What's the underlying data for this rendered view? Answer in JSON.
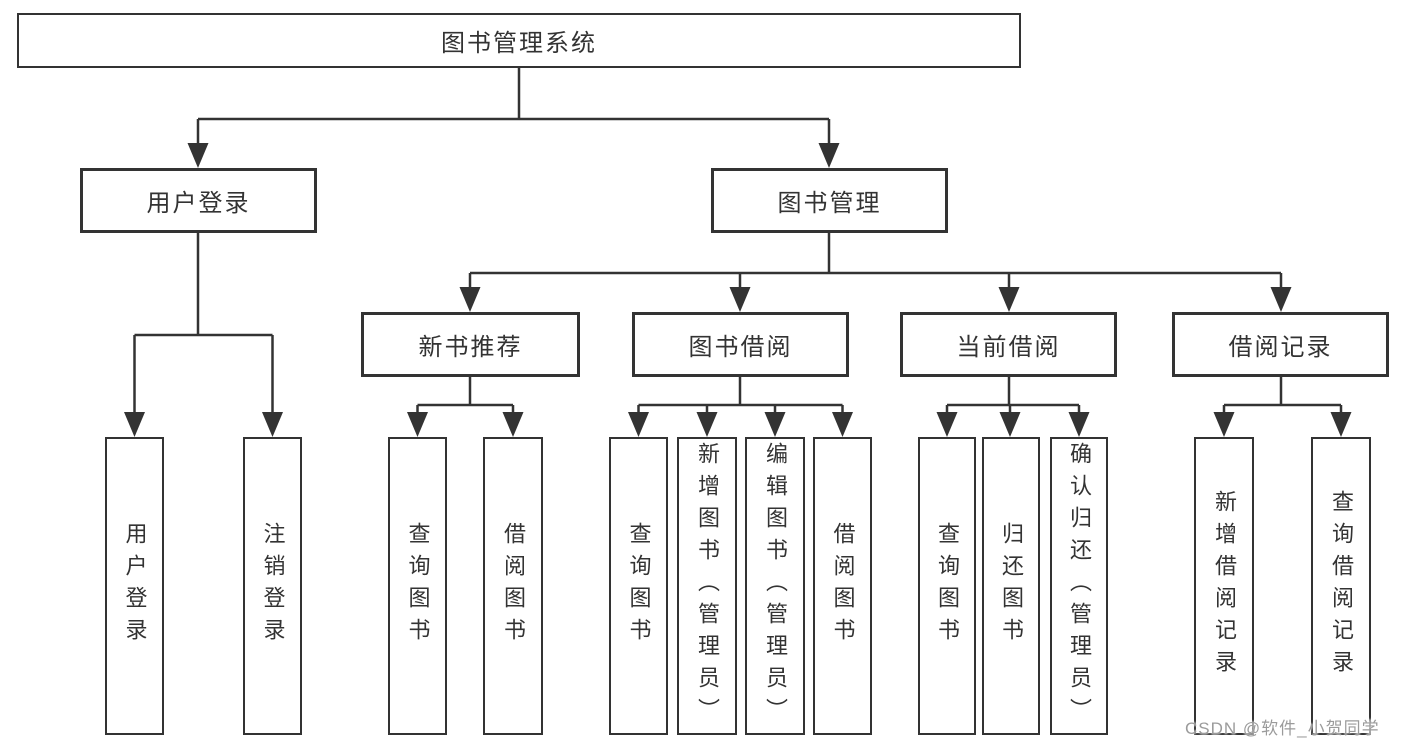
{
  "tree": {
    "root": "图书管理系统",
    "children": [
      {
        "label": "用户登录",
        "children": [
          "用户登录",
          "注销登录"
        ]
      },
      {
        "label": "图书管理",
        "children": [
          {
            "label": "新书推荐",
            "children": [
              "查询图书",
              "借阅图书"
            ]
          },
          {
            "label": "图书借阅",
            "children": [
              "查询图书",
              "新增图书（管理员）",
              "编辑图书（管理员）",
              "借阅图书"
            ]
          },
          {
            "label": "当前借阅",
            "children": [
              "查询图书",
              "归还图书",
              "确认归还（管理员）"
            ]
          },
          {
            "label": "借阅记录",
            "children": [
              "新增借阅记录",
              "查询借阅记录"
            ]
          }
        ]
      }
    ]
  },
  "watermark": {
    "text": "CSDN @软件_小贺同学"
  },
  "colors": {
    "line": "#333333",
    "box_border": "#333333",
    "box_fill": "#ffffff",
    "text": "#333333",
    "watermark_text": "#9b9b9b",
    "background": "#ffffff"
  }
}
